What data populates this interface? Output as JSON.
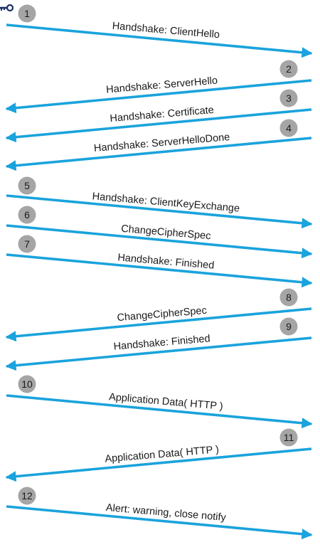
{
  "colors": {
    "arrow": "#1aa3dc",
    "badge": "#a5a5a5",
    "text": "#1a1a1a",
    "background": "#ffffff"
  },
  "icons": {
    "top_left": "key-icon"
  },
  "messages": [
    {
      "step": "1",
      "label": "Handshake: ClientHello",
      "direction": "right"
    },
    {
      "step": "2",
      "label": "Handshake: ServerHello",
      "direction": "left"
    },
    {
      "step": "3",
      "label": "Handshake: Certificate",
      "direction": "left"
    },
    {
      "step": "4",
      "label": "Handshake: ServerHelloDone",
      "direction": "left"
    },
    {
      "step": "5",
      "label": "Handshake: ClientKeyExchange",
      "direction": "right"
    },
    {
      "step": "6",
      "label": "ChangeCipherSpec",
      "direction": "right"
    },
    {
      "step": "7",
      "label": "Handshake: Finished",
      "direction": "right"
    },
    {
      "step": "8",
      "label": "ChangeCipherSpec",
      "direction": "left"
    },
    {
      "step": "9",
      "label": "Handshake: Finished",
      "direction": "left"
    },
    {
      "step": "10",
      "label": "Application Data( HTTP )",
      "direction": "right"
    },
    {
      "step": "11",
      "label": "Application Data( HTTP )",
      "direction": "left"
    },
    {
      "step": "12",
      "label": "Alert: warning, close notify",
      "direction": "right"
    }
  ]
}
